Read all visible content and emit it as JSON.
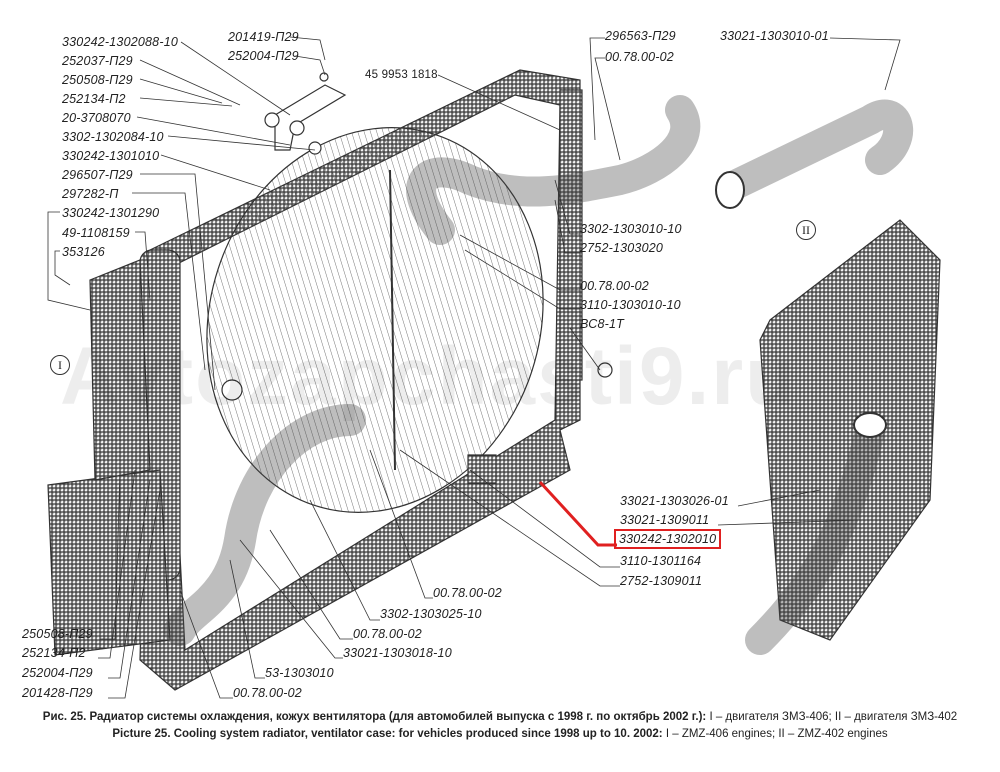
{
  "labels_left": [
    "330242-1302088-10",
    "252037-П29",
    "250508-П29",
    "252134-П2",
    "20-3708070",
    "3302-1302084-10",
    "330242-1301010",
    "296507-П29",
    "297282-П",
    "330242-1301290",
    "49-1108159",
    "353126"
  ],
  "labels_top": [
    "201419-П29",
    "252004-П29"
  ],
  "label_center_top": "45 9953 1818",
  "labels_right_top": [
    "296563-П29",
    "00.78.00-02"
  ],
  "label_variant2_hose": "33021-1303010-01",
  "labels_right_mid1": [
    "3302-1303010-10",
    "2752-1303020"
  ],
  "labels_right_mid2": [
    "00.78.00-02",
    "3110-1303010-10",
    "ВС8-1Т"
  ],
  "labels_right_low": [
    "33021-1303026-01",
    "33021-1309011",
    "330242-1302010",
    "3110-1301164",
    "2752-1309011"
  ],
  "labels_bottom": [
    "00.78.00-02",
    "3302-1303025-10",
    "00.78.00-02",
    "33021-1303018-10",
    "53-1303010",
    "00.78.00-02"
  ],
  "labels_bottom_left": [
    "250508-П29",
    "252134-П2",
    "252004-П29",
    "201428-П29"
  ],
  "variant_marks": [
    "I",
    "II"
  ],
  "watermark": "Avtozapchasti9.ru",
  "caption_ru_bold": "Рис. 25. Радиатор системы охлаждения, кожух вентилятора (для автомобилей выпуска с 1998 г. по октябрь 2002 г.):",
  "caption_ru_rest": " I – двигателя ЗМЗ-406; II – двигателя ЗМЗ-402",
  "caption_en_bold": "Picture 25. Cooling system radiator, ventilator case: for vehicles produced since 1998 up to 10. 2002:",
  "caption_en_rest": " I – ZMZ-406 engines; II – ZMZ-402 engines",
  "highlight_color": "#e02020"
}
